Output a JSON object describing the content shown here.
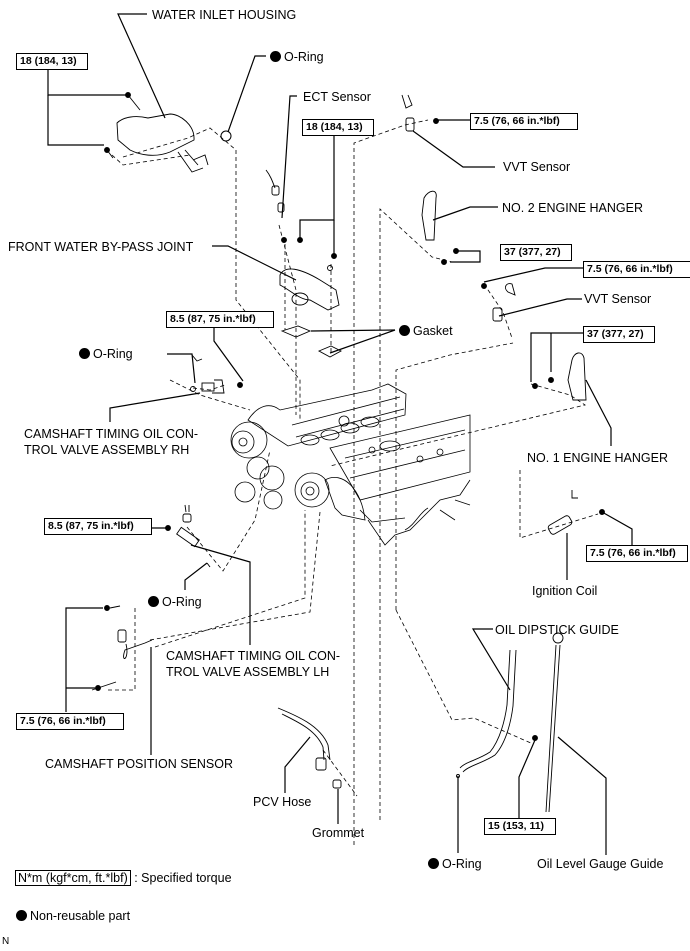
{
  "diagram": {
    "type": "exploded-parts-diagram",
    "subject": "Engine assembly components (V6/V8 cylinder heads front side)",
    "parts": {
      "water_inlet_housing": "WATER INLET HOUSING",
      "oring_top": "O-Ring",
      "ect_sensor": "ECT Sensor",
      "vvt_sensor_1": "VVT Sensor",
      "no2_engine_hanger": "NO. 2 ENGINE HANGER",
      "front_water_bypass_joint": "FRONT WATER BY-PASS JOINT",
      "vvt_sensor_2": "VVT Sensor",
      "gasket": "Gasket",
      "oring_rh": "O-Ring",
      "cam_ocv_rh_line1": "CAMSHAFT TIMING OIL CON-",
      "cam_ocv_rh_line2": "TROL VALVE ASSEMBLY RH",
      "no1_engine_hanger": "NO. 1 ENGINE HANGER",
      "ignition_coil": "Ignition Coil",
      "oring_lh": "O-Ring",
      "cam_ocv_lh_line1": "CAMSHAFT TIMING OIL CON-",
      "cam_ocv_lh_line2": "TROL VALVE ASSEMBLY LH",
      "oil_dipstick_guide": "OIL DIPSTICK GUIDE",
      "camshaft_position_sensor": "CAMSHAFT POSITION SENSOR",
      "pcv_hose": "PCV Hose",
      "grommet": "Grommet",
      "oring_bottom": "O-Ring",
      "oil_level_gauge_guide": "Oil Level Gauge Guide"
    },
    "torques": {
      "water_inlet_housing": "18 (184, 13)",
      "bypass_joint": "18 (184, 13)",
      "vvt_sensor_1": "7.5 (76, 66 in.*lbf)",
      "no2_engine_hanger": "37 (377, 27)",
      "vvt_sensor_2": "7.5 (76, 66 in.*lbf)",
      "cam_ocv_rh": "8.5 (87, 75 in.*lbf)",
      "no1_engine_hanger": "37 (377, 27)",
      "cam_ocv_lh": "8.5 (87, 75 in.*lbf)",
      "ignition_coil": "7.5 (76, 66 in.*lbf)",
      "cam_position_sensor": "7.5 (76, 66 in.*lbf)",
      "oil_dipstick_guide": "15 (153, 11)"
    },
    "non_reusable_marker": "filled-circle-icon"
  },
  "legend": {
    "torque_unit_box": "N*m (kgf*cm, ft.*lbf)",
    "torque_unit_desc": ": Specified torque",
    "non_reusable": "Non-reusable part"
  },
  "footer": {
    "code": "N"
  }
}
